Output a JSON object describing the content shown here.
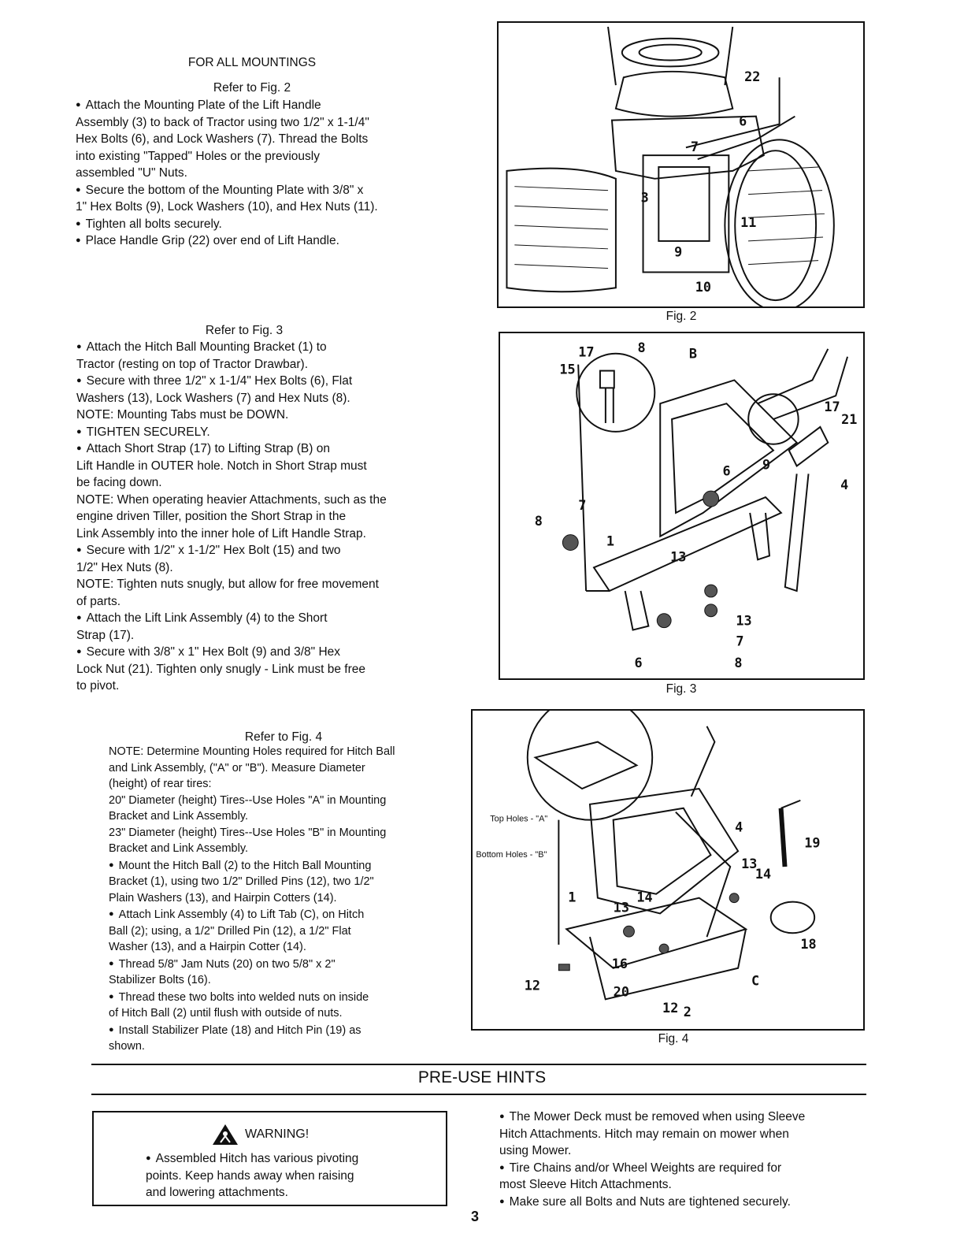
{
  "section1": {
    "title": "FOR ALL MOUNTINGS",
    "ref": "Refer to Fig. 2",
    "lines": [
      {
        "t": "Attach the Mounting Plate of the Lift Handle",
        "b": true
      },
      {
        "t": "Assembly (3) to back of Tractor using two 1/2\" x 1-1/4\"",
        "b": false
      },
      {
        "t": "Hex Bolts (6), and Lock Washers (7).  Thread the Bolts",
        "b": false
      },
      {
        "t": "into existing \"Tapped\" Holes or the previously",
        "b": false
      },
      {
        "t": "assembled \"U\" Nuts.",
        "b": false
      },
      {
        "t": "Secure the bottom of the Mounting Plate with 3/8\" x",
        "b": true
      },
      {
        "t": "1\" Hex Bolts (9), Lock Washers (10), and Hex Nuts (11).",
        "b": false
      },
      {
        "t": "Tighten all bolts securely.",
        "b": true
      },
      {
        "t": "Place Handle Grip (22) over end of Lift Handle.",
        "b": true
      }
    ]
  },
  "section2": {
    "ref": "Refer to Fig. 3",
    "lines": [
      {
        "t": "Attach the Hitch Ball Mounting Bracket (1) to",
        "b": true
      },
      {
        "t": "Tractor (resting on top of Tractor Drawbar).",
        "b": false
      },
      {
        "t": "Secure with three 1/2\" x 1-1/4\" Hex Bolts (6), Flat",
        "b": true
      },
      {
        "t": "Washers (13), Lock Washers (7) and Hex Nuts (8).",
        "b": false
      },
      {
        "t": "NOTE:  Mounting Tabs must be DOWN.",
        "b": false
      },
      {
        "t": "TIGHTEN SECURELY.",
        "b": true
      },
      {
        "t": "Attach Short Strap (17) to Lifting Strap (B) on",
        "b": true
      },
      {
        "t": "Lift Handle in OUTER hole.  Notch in Short Strap must",
        "b": false
      },
      {
        "t": "be facing down.",
        "b": false
      },
      {
        "t": "NOTE:  When operating heavier Attachments, such as the",
        "b": false
      },
      {
        "t": "engine driven Tiller, position the Short Strap in the",
        "b": false
      },
      {
        "t": "Link Assembly into the inner hole of Lift Handle Strap.",
        "b": false
      },
      {
        "t": "Secure with 1/2\" x 1-1/2\" Hex Bolt (15) and two",
        "b": true
      },
      {
        "t": "1/2\" Hex Nuts (8).",
        "b": false
      },
      {
        "t": "NOTE:  Tighten nuts snugly, but allow for free movement",
        "b": false
      },
      {
        "t": "of parts.",
        "b": false
      },
      {
        "t": "Attach the Lift Link Assembly (4) to the Short",
        "b": true
      },
      {
        "t": "Strap (17).",
        "b": false
      },
      {
        "t": "Secure with 3/8\" x 1\" Hex Bolt (9) and 3/8\" Hex",
        "b": true
      },
      {
        "t": "Lock Nut (21). Tighten only snugly - Link must be free",
        "b": false
      },
      {
        "t": "to pivot.",
        "b": false
      }
    ]
  },
  "section3": {
    "ref": "Refer to Fig. 4",
    "lines": [
      {
        "t": "NOTE:  Determine Mounting Holes required for Hitch Ball",
        "b": false
      },
      {
        "t": "and Link Assembly, (\"A\" or \"B\"). Measure Diameter",
        "b": false
      },
      {
        "t": "(height) of rear tires:",
        "b": false
      },
      {
        "t": "20\" Diameter (height) Tires--Use Holes \"A\" in Mounting",
        "b": false
      },
      {
        "t": "Bracket and Link Assembly.",
        "b": false
      },
      {
        "t": "23\" Diameter (height) Tires--Use Holes \"B\" in Mounting",
        "b": false
      },
      {
        "t": "Bracket and Link Assembly.",
        "b": false
      },
      {
        "t": "Mount the Hitch Ball (2) to the Hitch Ball Mounting",
        "b": true
      },
      {
        "t": "Bracket (1), using two 1/2\" Drilled Pins (12), two 1/2\"",
        "b": false
      },
      {
        "t": "Plain Washers (13), and Hairpin Cotters (14).",
        "b": false
      },
      {
        "t": "Attach Link Assembly (4) to Lift Tab (C), on Hitch",
        "b": true
      },
      {
        "t": "Ball (2); using, a 1/2\" Drilled Pin (12), a 1/2\" Flat",
        "b": false
      },
      {
        "t": "Washer (13), and a Hairpin Cotter (14).",
        "b": false
      },
      {
        "t": "Thread 5/8\" Jam Nuts (20) on two 5/8\" x 2\"",
        "b": true
      },
      {
        "t": "Stabilizer Bolts (16).",
        "b": false
      },
      {
        "t": "Thread these two bolts into welded nuts on inside",
        "b": true
      },
      {
        "t": "of Hitch Ball (2) until flush with outside of nuts.",
        "b": false
      },
      {
        "t": "Install Stabilizer Plate (18) and Hitch Pin (19) as",
        "b": true
      },
      {
        "t": "shown.",
        "b": false
      }
    ]
  },
  "figures": {
    "fig2": {
      "caption": "Fig. 2",
      "callouts": [
        "22",
        "6",
        "7",
        "3",
        "11",
        "9",
        "10"
      ]
    },
    "fig3": {
      "caption": "Fig. 3",
      "callouts": [
        "17",
        "8",
        "B",
        "15",
        "17",
        "21",
        "6",
        "9",
        "4",
        "7",
        "8",
        "1",
        "13",
        "13",
        "7",
        "6",
        "8"
      ]
    },
    "fig4": {
      "caption": "Fig. 4",
      "callouts": [
        "Top Holes - \"A\"",
        "Bottom Holes - \"B\"",
        "4",
        "19",
        "13",
        "14",
        "1",
        "13",
        "14",
        "16",
        "18",
        "12",
        "20",
        "12",
        "2",
        "C"
      ]
    }
  },
  "hints": {
    "title": "PRE-USE  HINTS",
    "warning_title": "WARNING!",
    "warning_lines": [
      "Assembled Hitch has various pivoting",
      "points.  Keep hands away when raising",
      "and lowering attachments."
    ],
    "right_lines": [
      {
        "t": "The Mower Deck must be removed when using Sleeve",
        "b": true
      },
      {
        "t": "Hitch Attachments.  Hitch may remain on mower when",
        "b": false
      },
      {
        "t": "using Mower.",
        "b": false
      },
      {
        "t": "Tire Chains and/or Wheel Weights are required for",
        "b": true
      },
      {
        "t": "most Sleeve Hitch Attachments.",
        "b": false
      },
      {
        "t": "Make sure all Bolts and Nuts are tightened  securely.",
        "b": true
      }
    ]
  },
  "page_number": "3"
}
